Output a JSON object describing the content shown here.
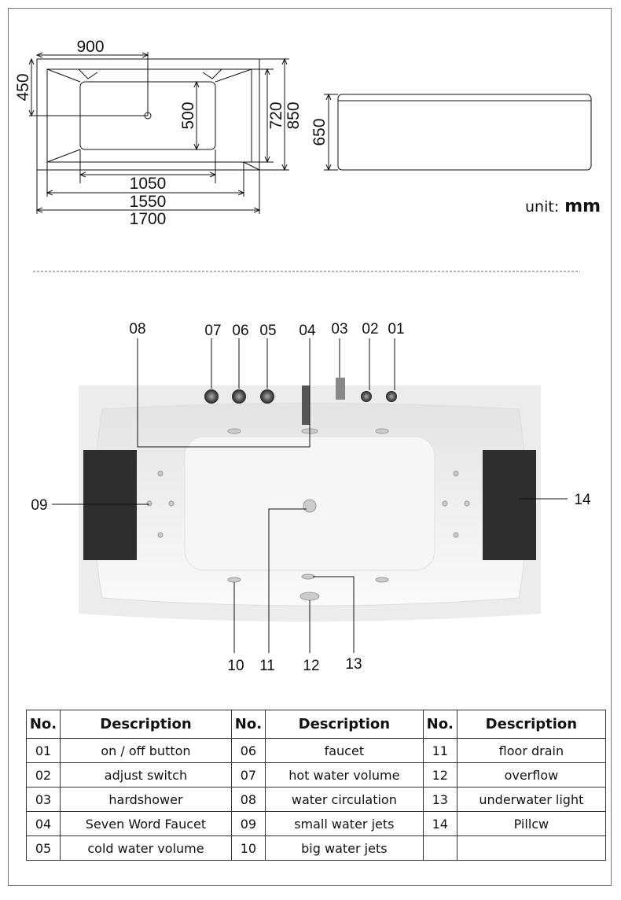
{
  "dimensions": {
    "top_view": [
      "900",
      "450",
      "500",
      "720",
      "850",
      "1050",
      "1550",
      "1700"
    ],
    "side_view_height": "650",
    "unit_label": "unit:",
    "unit_value": "mm"
  },
  "callouts": {
    "top": [
      "08",
      "07",
      "06",
      "05",
      "04",
      "03",
      "02",
      "01"
    ],
    "left": "09",
    "right": "14",
    "bottom": [
      "10",
      "11",
      "12",
      "13"
    ]
  },
  "colors": {
    "pillow": "#2e2e2e",
    "tub": "#f2f2f2"
  },
  "table": {
    "headers": [
      "No.",
      "Description",
      "No.",
      "Description",
      "No.",
      "Description"
    ],
    "rows": [
      [
        [
          "01",
          "on / off button"
        ],
        [
          "06",
          "faucet"
        ],
        [
          "11",
          "floor drain"
        ]
      ],
      [
        [
          "02",
          "adjust switch"
        ],
        [
          "07",
          "hot water volume"
        ],
        [
          "12",
          "overflow"
        ]
      ],
      [
        [
          "03",
          "hardshower"
        ],
        [
          "08",
          "water circulation"
        ],
        [
          "13",
          "underwater light"
        ]
      ],
      [
        [
          "04",
          "Seven Word Faucet"
        ],
        [
          "09",
          "small water jets"
        ],
        [
          "14",
          "Pillcw"
        ]
      ],
      [
        [
          "05",
          "cold water volume"
        ],
        [
          "10",
          "big water jets"
        ],
        [
          "",
          ""
        ]
      ]
    ]
  }
}
